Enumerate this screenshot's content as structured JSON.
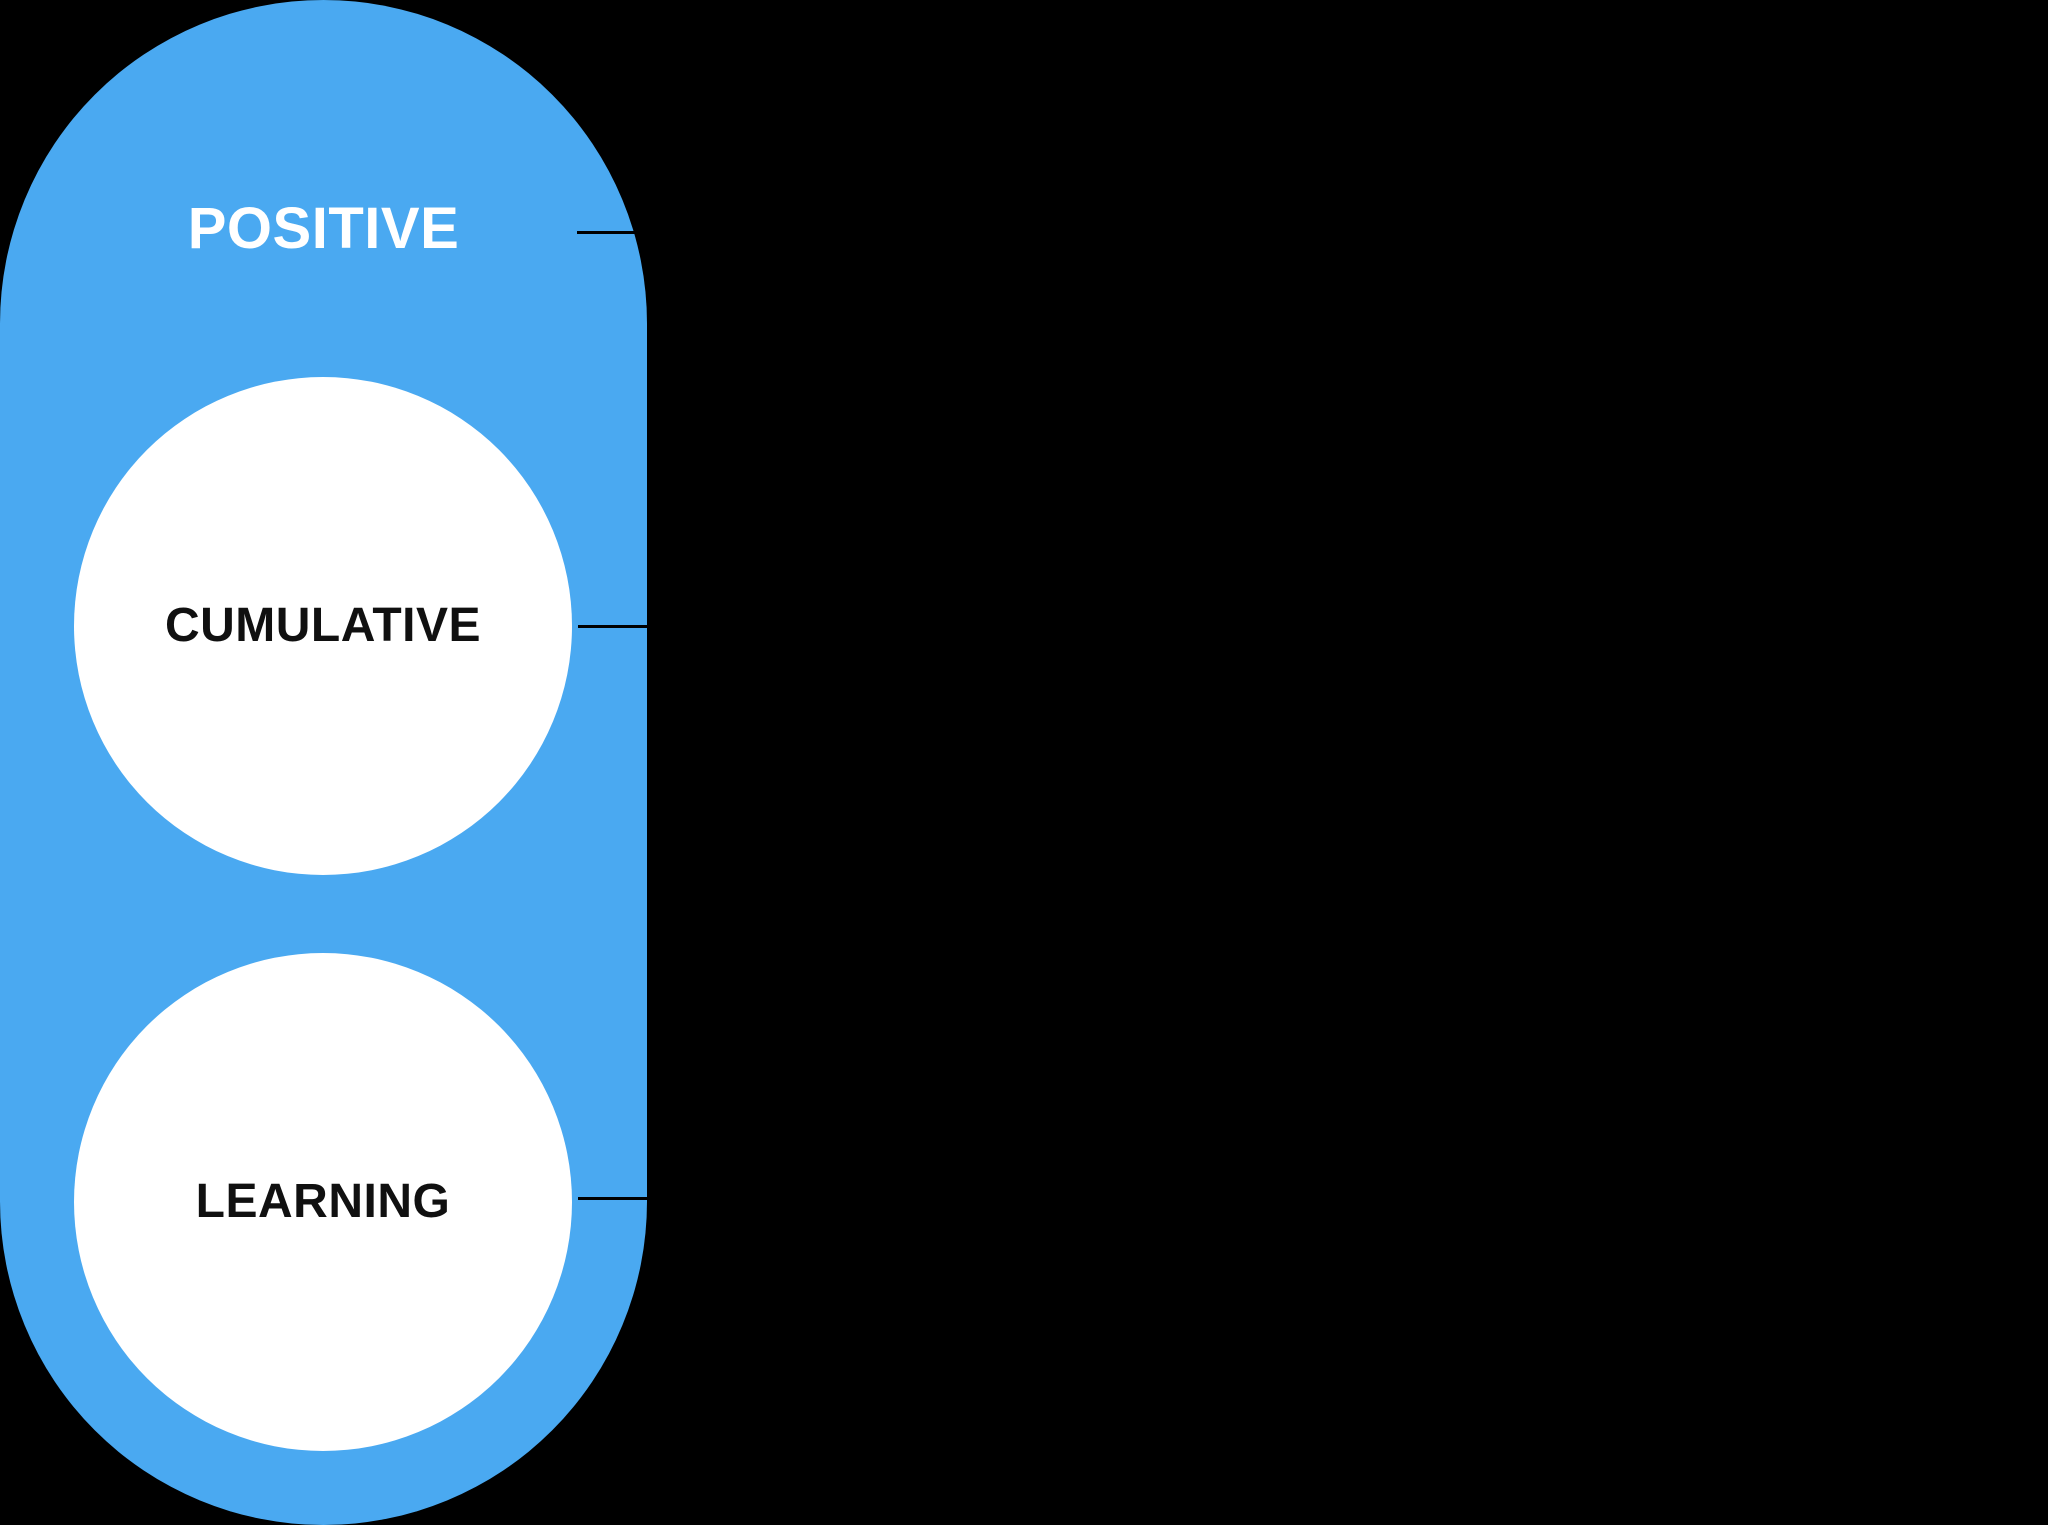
{
  "diagram": {
    "title": "POSITIVE",
    "nodes": [
      {
        "id": "cumulative",
        "label": "CUMULATIVE"
      },
      {
        "id": "learning",
        "label": "LEARNING"
      }
    ],
    "colors": {
      "background": "#000000",
      "capsule": "#4AA9F1",
      "title_text": "#FFFFFF",
      "node_fill": "#FFFFFF",
      "node_text": "#101010",
      "connector": "#000000"
    }
  }
}
